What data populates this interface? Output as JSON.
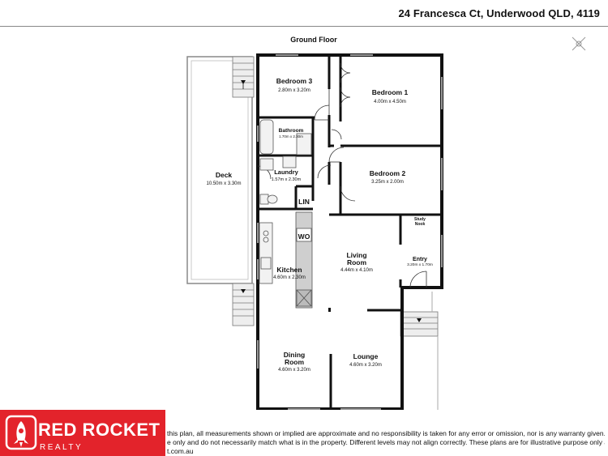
{
  "header": {
    "address": "24 Francesca Ct, Underwood QLD, 4119"
  },
  "plan": {
    "floor_title": "Ground Floor",
    "rooms": [
      {
        "name": "Bedroom 3",
        "dims": "2.80m x 3.20m"
      },
      {
        "name": "Bedroom 1",
        "dims": "4.00m x 4.50m"
      },
      {
        "name": "Bathroom",
        "dims": "1.70m x 2.30m"
      },
      {
        "name": "Laundry",
        "dims": "1.57m x 2.30m"
      },
      {
        "name": "Bedroom 2",
        "dims": "3.25m x 2.00m"
      },
      {
        "name": "Deck",
        "dims": "10.50m x 3.30m"
      },
      {
        "name": "Living Room",
        "dims": "4.44m x 4.10m"
      },
      {
        "name": "Kitchen",
        "dims": "4.60m x 2.30m"
      },
      {
        "name": "Entry",
        "dims": "3.20m x 1.70m"
      },
      {
        "name": "Dining Room",
        "dims": "4.60m x 3.20m"
      },
      {
        "name": "Lounge",
        "dims": "4.60m x 3.20m"
      }
    ],
    "labels": {
      "lin": "LIN",
      "wo": "WO",
      "study_nook": "Study Nook"
    }
  },
  "brand": {
    "name": "RED ROCKET",
    "sub": "REALTY",
    "color": "#e3232b"
  },
  "disclaimer": {
    "line1": "this plan, all measurements shown or implied are approximate and no responsibility is taken for any error or omission, nor is any warranty given.  Kitchens, bathrooms, appliances,",
    "line2": "e only and do not necessarily match what is in the property. Different levels may not align correctly. These plans are for illustrative purpose only and should be used as such.",
    "line3": "t.com.au"
  }
}
